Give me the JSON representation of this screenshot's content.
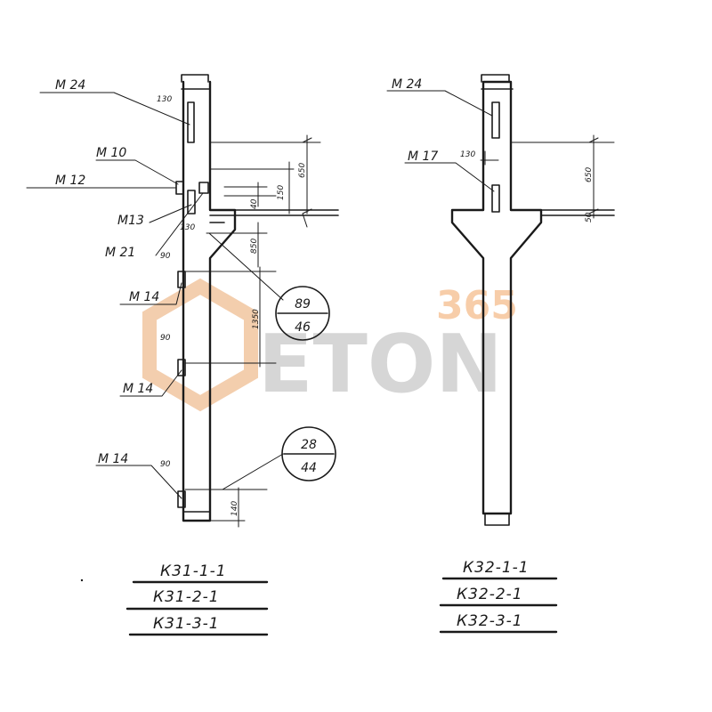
{
  "watermark": {
    "number": "365",
    "text": "ETON",
    "number_color": "#f7c8a0",
    "text_color": "#d2d2d2",
    "logo_color": "#f2c9a5"
  },
  "left_drawing": {
    "callouts": {
      "m24": "M 24",
      "m10": "M 10",
      "m12": "M 12",
      "m13": "M13",
      "m21": "M 21",
      "m14a": "M 14",
      "m14b": "M 14",
      "m14c": "M 14"
    },
    "dims": {
      "d130a": "130",
      "d650": "650",
      "d150": "150",
      "d40": "40",
      "d130b": "130",
      "d850": "850",
      "d1350": "1350",
      "d90a": "90",
      "d90b": "90",
      "d90c": "90",
      "d140": "140"
    },
    "circle_upper": {
      "top": "89",
      "bottom": "46"
    },
    "circle_lower": {
      "top": "28",
      "bottom": "44"
    },
    "codes": [
      "К31-1-1",
      "К31-2-1",
      "К31-3-1"
    ]
  },
  "right_drawing": {
    "callouts": {
      "m24": "M 24",
      "m17": "M 17"
    },
    "dims": {
      "d130": "130",
      "d650": "650",
      "d50": "50"
    },
    "codes": [
      "К32-1-1",
      "К32-2-1",
      "К32-3-1"
    ]
  }
}
